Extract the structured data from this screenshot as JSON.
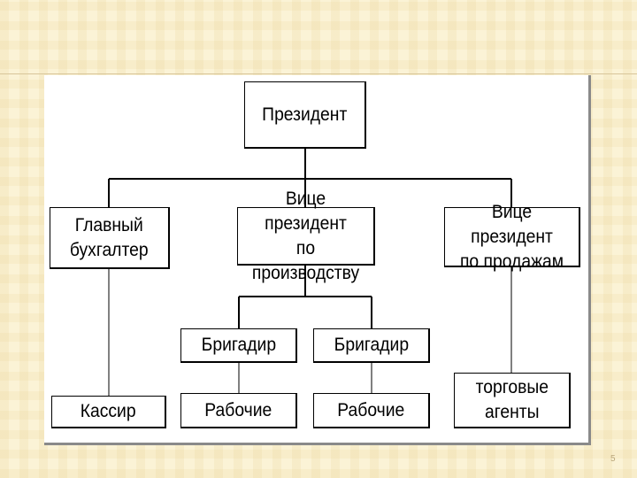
{
  "diagram": {
    "nodes": {
      "president": "Президент",
      "chief_accountant": "Главный\nбухгалтер",
      "vp_production": "Вице президент\nпо производству",
      "vp_sales": "Вице президент\nпо продажам",
      "foreman_1": "Бригадир",
      "foreman_2": "Бригадир",
      "cashier": "Кассир",
      "workers_1": "Рабочие",
      "workers_2": "Рабочие",
      "sales_agents": "торговые\nагенты"
    },
    "edges": [
      [
        "president",
        "chief_accountant"
      ],
      [
        "president",
        "vp_production"
      ],
      [
        "president",
        "vp_sales"
      ],
      [
        "chief_accountant",
        "cashier"
      ],
      [
        "vp_production",
        "foreman_1"
      ],
      [
        "vp_production",
        "foreman_2"
      ],
      [
        "foreman_1",
        "workers_1"
      ],
      [
        "foreman_2",
        "workers_2"
      ],
      [
        "vp_sales",
        "sales_agents"
      ]
    ]
  },
  "footer": {
    "slide_number": "5"
  },
  "colors": {
    "background": "#fbf3d6",
    "panel": "#ffffff",
    "line": "#000000"
  }
}
